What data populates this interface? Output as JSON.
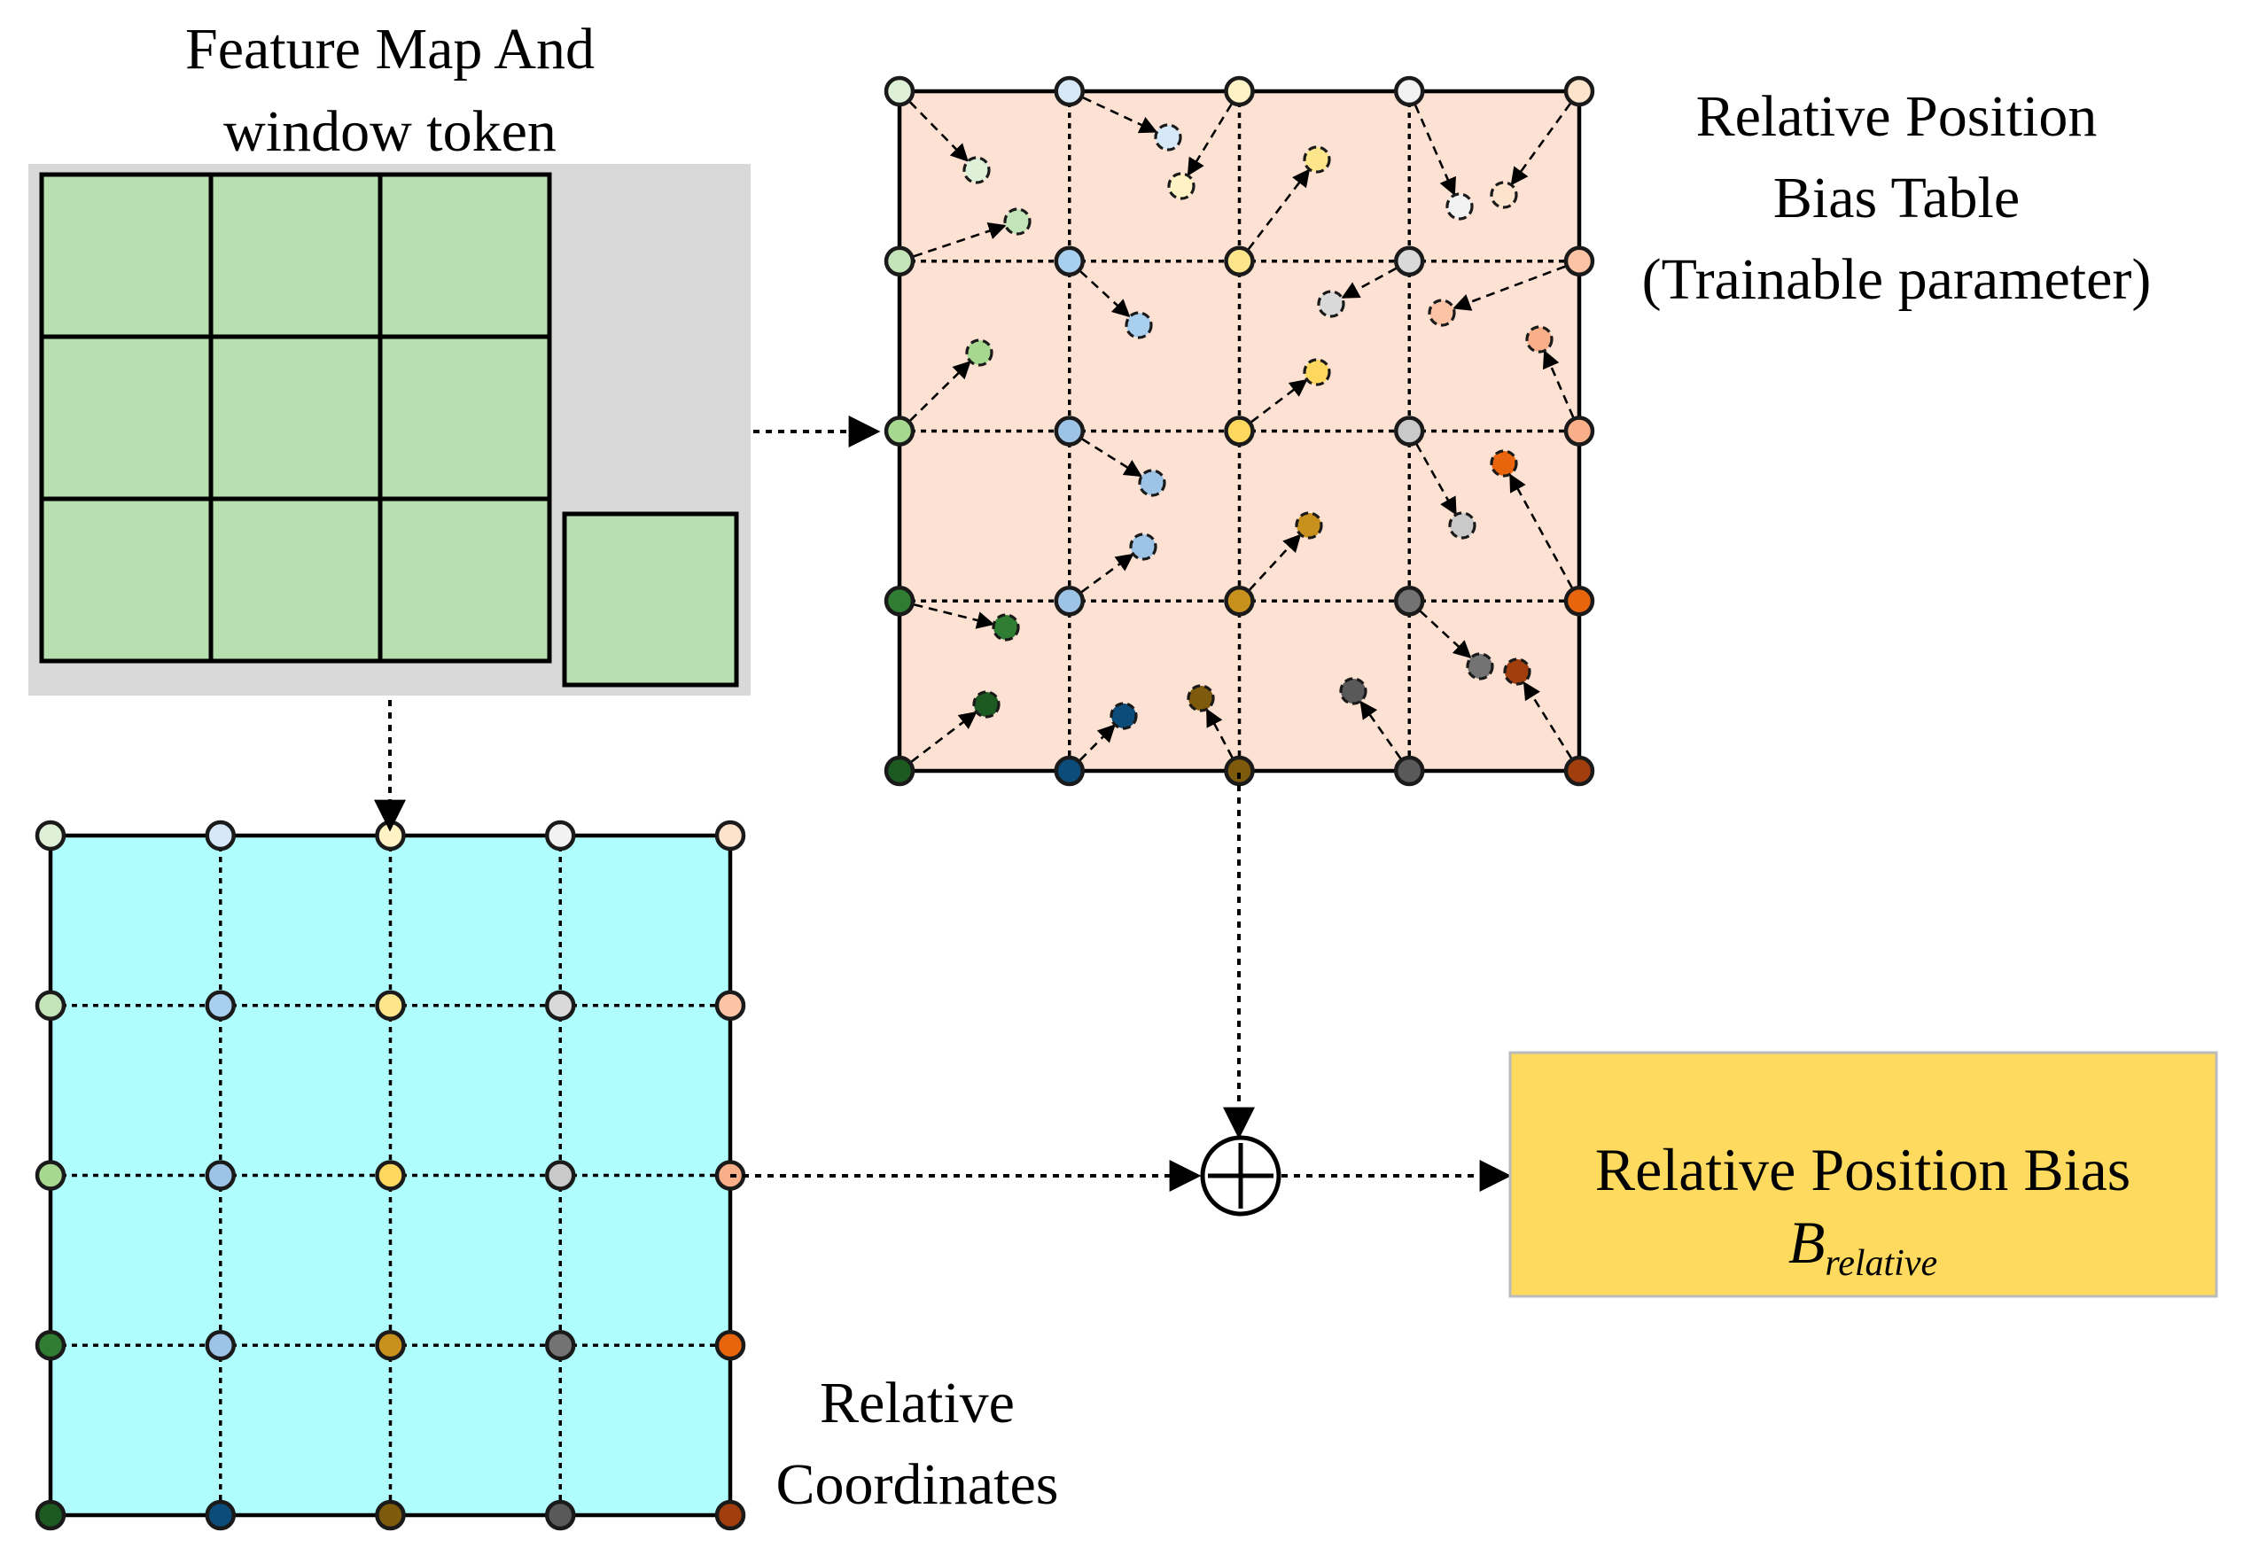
{
  "labels": {
    "feature_map_line1": "Feature Map And",
    "feature_map_line2": "window token",
    "bias_table_line1": "Relative Position",
    "bias_table_line2": "Bias Table",
    "bias_table_line3": "(Trainable parameter)",
    "relative_coords_line1": "Relative",
    "relative_coords_line2": "Coordinates",
    "output_title": "Relative Position Bias",
    "output_symbol": "B",
    "output_subscript": "relative"
  },
  "colors": {
    "feature_cell": "#b7dfb0",
    "feature_backdrop": "#d9d9d9",
    "bias_table_bg": "#fde1d2",
    "coords_bg": "#b0fdfd",
    "output_box": "#fedb5e",
    "node_palette": [
      [
        "#dff0d8",
        "#d6e8f7",
        "#fff2c4",
        "#f2f2f2",
        "#fde2cc"
      ],
      [
        "#c3e3b8",
        "#a9cfee",
        "#fde58c",
        "#d9d9d9",
        "#fcc4a5"
      ],
      [
        "#a6d890",
        "#9dc3e6",
        "#fed85e",
        "#c9c9c9",
        "#f9b08a"
      ],
      [
        "#2e7d32",
        "#9dc3e6",
        "#c8901c",
        "#737373",
        "#e8650d"
      ],
      [
        "#1d5a21",
        "#0b4c7a",
        "#7d5a0c",
        "#595959",
        "#a13e0d"
      ]
    ]
  }
}
